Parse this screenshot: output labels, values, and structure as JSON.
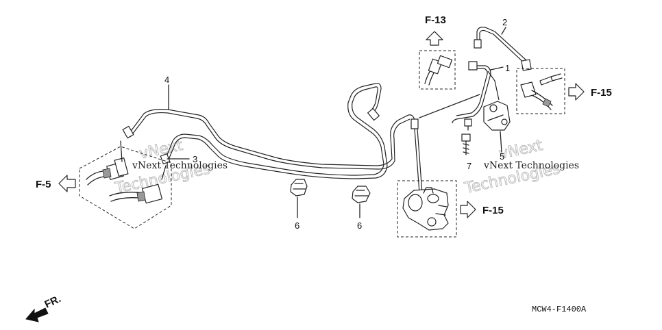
{
  "callouts": {
    "c1": "1",
    "c2": "2",
    "c3": "3",
    "c4": "4",
    "c5": "5",
    "c6a": "6",
    "c6b": "6",
    "c7": "7"
  },
  "references": {
    "f13": "F-13",
    "f15_top": "F-15",
    "f15_mid": "F-15",
    "f5": "F-5"
  },
  "watermarks": {
    "left_line1": "vNext Technologies",
    "left_outline1": "vNext",
    "left_outline2": "Technologies",
    "right_line1": "vNext Technologies",
    "right_outline1": "vNext",
    "right_outline2": "Technologies"
  },
  "front_label": "FR.",
  "diagram_code": "MCW4-F1400A"
}
